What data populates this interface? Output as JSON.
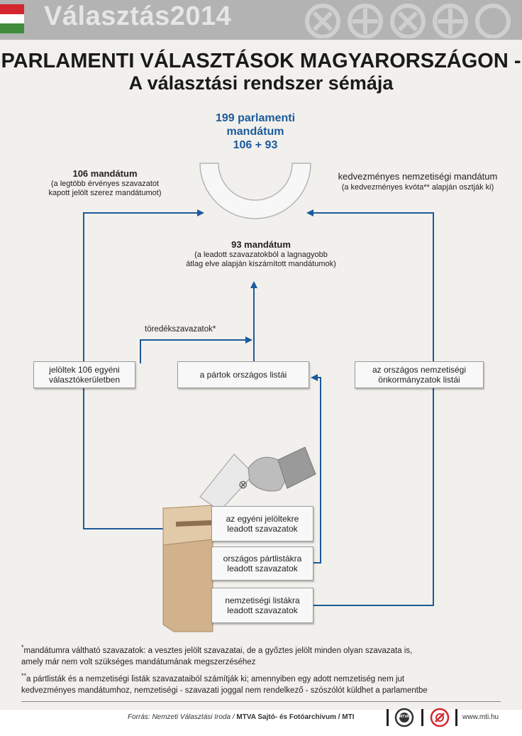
{
  "banner": {
    "title": "Választás2014",
    "colors": {
      "red": "#d3262e",
      "white": "#ffffff",
      "green": "#3f8d3d"
    }
  },
  "title": {
    "line1": "PARLAMENTI VÁLASZTÁSOK MAGYARORSZÁGON -",
    "line2": "A választási rendszer sémája"
  },
  "parliament": {
    "line1": "199 parlamenti",
    "line2": "mandátum",
    "line3": "106 + 93"
  },
  "left_block": {
    "title": "106 mandátum",
    "desc1": "(a legtöbb érvényes szavazatot",
    "desc2": "kapott jelölt szerez mandátumot)"
  },
  "right_block": {
    "title": "kedvezményes nemzetiségi mandátum",
    "desc": "(a kedvezményes kvóta** alapján osztják ki)"
  },
  "middle_block": {
    "title": "93 mandátum",
    "desc1": "(a leadott szavazatokból a lagnagyobb",
    "desc2": "átlag elve alapján kiszámított mandátumok)"
  },
  "fragment_label": "töredékszavazatok*",
  "boxes": {
    "candidates": [
      "jelöltek 106 egyéni",
      "választókerületben"
    ],
    "party_lists": "a pártok országos listái",
    "nationality_lists": [
      "az országos nemzetiségi",
      "önkormányzatok listái"
    ]
  },
  "votes": {
    "individual": [
      "az egyéni jelöltekre",
      "leadott szavazatok"
    ],
    "party": [
      "országos pártlistákra",
      "leadott szavazatok"
    ],
    "nationality": [
      "nemzetiségi listákra",
      "leadott szavazatok"
    ]
  },
  "footnotes": {
    "fn1_line1": "mandátumra váltható szavazatok: a vesztes jelölt szavazatai, de a győztes jelölt minden olyan szavazata is,",
    "fn1_line2": "amely már nem volt szükséges mandátumának megszerzéséhez",
    "fn2_line1": "a pártlisták és a nemzetiségi listák szavazataiból számítják ki; amennyiben egy adott nemzetiség nem jut",
    "fn2_line2": "kedvezményes mandátumhoz, nemzetiségi - szavazati joggal nem rendelkező - szószólót küldhet a parlamentbe"
  },
  "footer": {
    "source_prefix": "Forrás: Nemzeti Választási Iroda /",
    "source_bold": "MTVA Sajtó- és Fotóarchívum / MTI",
    "url": "www.mti.hu",
    "logo1_text": "MTVA"
  },
  "colors": {
    "accent": "#1c5a9c",
    "line": "#1c5a9c"
  }
}
